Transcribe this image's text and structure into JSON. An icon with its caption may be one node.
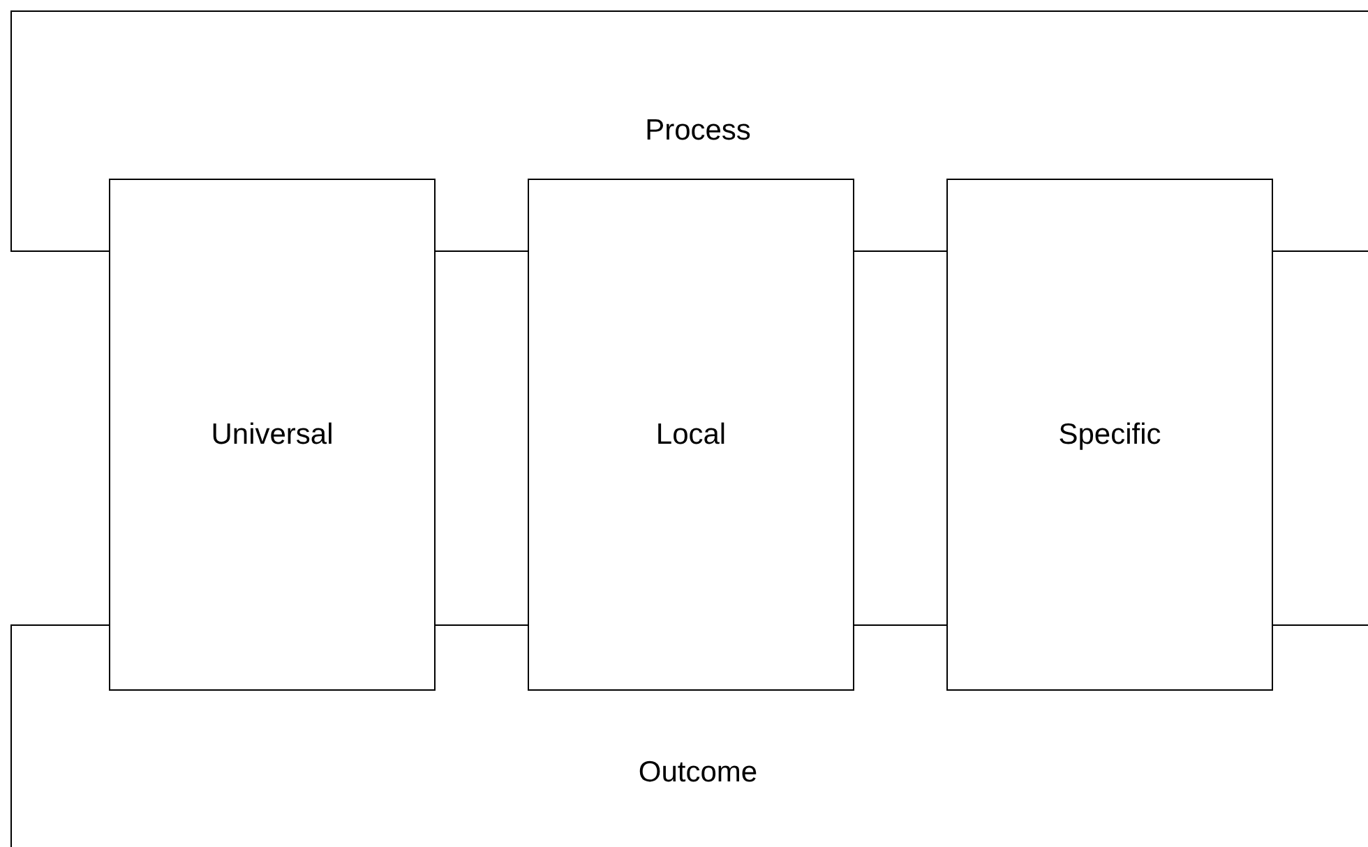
{
  "diagram": {
    "nodes": [
      {
        "text": [
          "Universal"
        ]
      },
      {
        "text": [
          "Local"
        ]
      },
      {
        "text": [
          "Specific"
        ]
      }
    ],
    "edges": [
      {
        "from": 0,
        "to": 1,
        "arrow": "none"
      },
      {
        "from": 1,
        "to": 2,
        "arrow": "none"
      },
      {
        "from": 0,
        "to": 1,
        "arrow": "none"
      },
      {
        "from": 1,
        "to": 2,
        "arrow": "none"
      },
      {
        "from": 2,
        "to": 0,
        "arrow": "none"
      },
      {
        "from": 0,
        "to": null,
        "arrow": "none"
      },
      {
        "from": 2,
        "to": null,
        "arrow": "none"
      }
    ],
    "labels": [
      "Process",
      "Outcome"
    ]
  }
}
